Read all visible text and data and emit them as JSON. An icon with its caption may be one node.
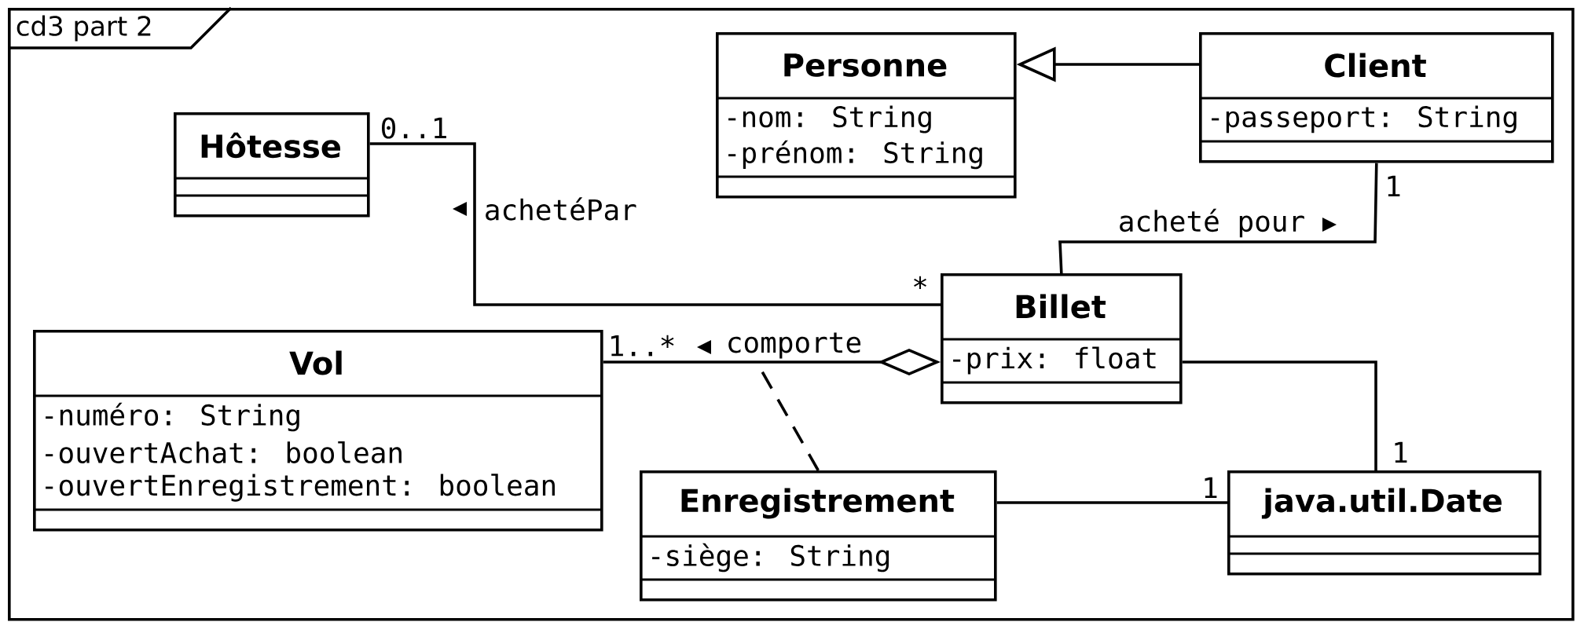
{
  "diagram": {
    "nodes": [
      {
        "text": [
          "cd3 part 2"
        ]
      },
      {
        "text": [
          "Personne",
          "-nom: String",
          "-prénom: String"
        ],
        "in": 0
      },
      {
        "text": [
          "Client",
          "-passeport: String"
        ],
        "in": 0
      },
      {
        "text": [
          "Hôtesse"
        ],
        "in": 0
      },
      {
        "text": [
          "Billet",
          "-prix: float"
        ],
        "in": 0
      },
      {
        "text": [
          "Vol",
          "-numéro: String",
          "-ouvertAchat: boolean",
          "-ouvertEnregistrement: boolean"
        ],
        "in": 0
      },
      {
        "text": [
          "Enregistrement",
          "-siège: String"
        ],
        "in": 0
      },
      {
        "text": [
          "java.util.Date"
        ],
        "in": 0
      }
    ],
    "edges": [
      {
        "from": 2,
        "to": 1,
        "arrow": "to"
      },
      {
        "from": 3,
        "to": 4,
        "arrow": "none",
        "label": "achetéPar"
      },
      {
        "from": 4,
        "to": 2,
        "arrow": "none",
        "label": "acheté pour"
      },
      {
        "from": 5,
        "to": 4,
        "arrow": "other",
        "label": "comporte"
      },
      {
        "from": 6,
        "to": null,
        "arrow": "none",
        "style": "dashed"
      },
      {
        "from": 4,
        "to": 7,
        "arrow": "none"
      },
      {
        "from": 6,
        "to": 7,
        "arrow": "none"
      }
    ],
    "labels": [
      "0..1",
      "1",
      "*",
      "1..*",
      "1",
      "1"
    ]
  }
}
